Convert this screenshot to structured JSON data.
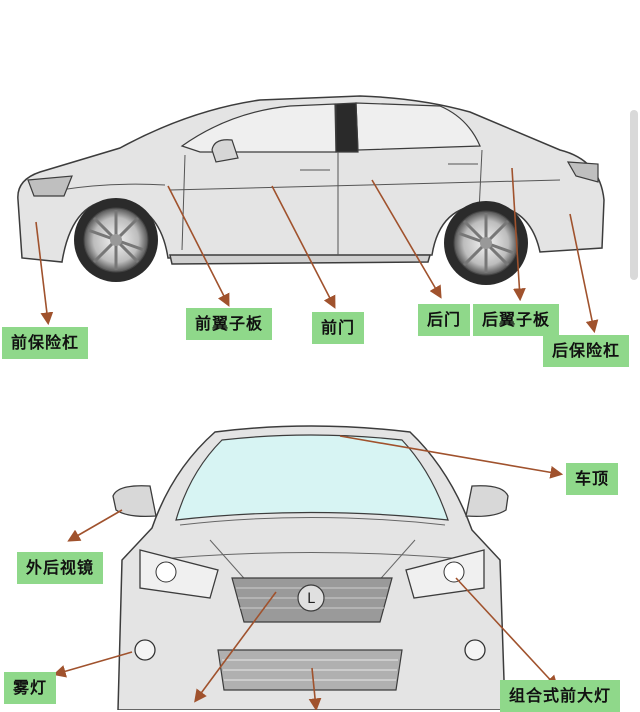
{
  "side_view": {
    "labels": {
      "front_bumper": "前保险杠",
      "front_fender": "前翼子板",
      "front_door": "前门",
      "rear_door": "后门",
      "rear_fender": "后翼子板",
      "rear_bumper": "后保险杠"
    }
  },
  "front_view": {
    "labels": {
      "roof": "车顶",
      "side_mirror": "外后视镜",
      "fog_light": "雾灯",
      "headlight": "组合式前大灯"
    }
  },
  "colors": {
    "label_bg": "#8fd88a",
    "arrow": "#a0522d",
    "body_fill": "#e4e4e4",
    "outline": "#3c3c3c"
  }
}
